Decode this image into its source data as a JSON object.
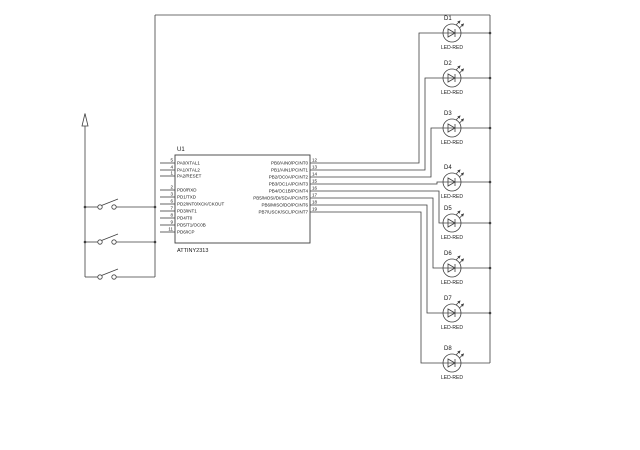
{
  "schematic": {
    "ic": {
      "ref": "U1",
      "part": "ATTINY2313",
      "left_pins": [
        {
          "num": "5",
          "label": "PA0/XTAL1"
        },
        {
          "num": "4",
          "label": "PA1/XTAL2"
        },
        {
          "num": "1",
          "label": "PA2/RESET"
        },
        {
          "num": "2",
          "label": "PD0/RXD"
        },
        {
          "num": "3",
          "label": "PD1/TXD"
        },
        {
          "num": "6",
          "label": "PD2/INT0/XCK/CKOUT"
        },
        {
          "num": "7",
          "label": "PD3/INT1"
        },
        {
          "num": "8",
          "label": "PD4/T0"
        },
        {
          "num": "9",
          "label": "PD5/T1/OC0B"
        },
        {
          "num": "11",
          "label": "PD6/ICP"
        }
      ],
      "right_pins": [
        {
          "num": "12",
          "label": "PB0/AIN0/PCINT0"
        },
        {
          "num": "13",
          "label": "PB1/AIN1/PCINT1"
        },
        {
          "num": "14",
          "label": "PB2/OC0A/PCINT2"
        },
        {
          "num": "15",
          "label": "PB3/OC1A/PCINT3"
        },
        {
          "num": "16",
          "label": "PB4/OC1B/PCINT4"
        },
        {
          "num": "17",
          "label": "PB5/MOSI/DI/SDA/PCINT5"
        },
        {
          "num": "18",
          "label": "PB6/MISO/DO/PCINT6"
        },
        {
          "num": "19",
          "label": "PB7/USCK/SCL/PCINT7"
        }
      ]
    },
    "leds": [
      {
        "ref": "D1",
        "type": "LED-RED"
      },
      {
        "ref": "D2",
        "type": "LED-RED"
      },
      {
        "ref": "D3",
        "type": "LED-RED"
      },
      {
        "ref": "D4",
        "type": "LED-RED"
      },
      {
        "ref": "D5",
        "type": "LED-RED"
      },
      {
        "ref": "D6",
        "type": "LED-RED"
      },
      {
        "ref": "D7",
        "type": "LED-RED"
      },
      {
        "ref": "D8",
        "type": "LED-RED"
      }
    ],
    "colors": {
      "wire": "#3f3f3f",
      "text": "#161616",
      "background": "#ffffff"
    }
  }
}
